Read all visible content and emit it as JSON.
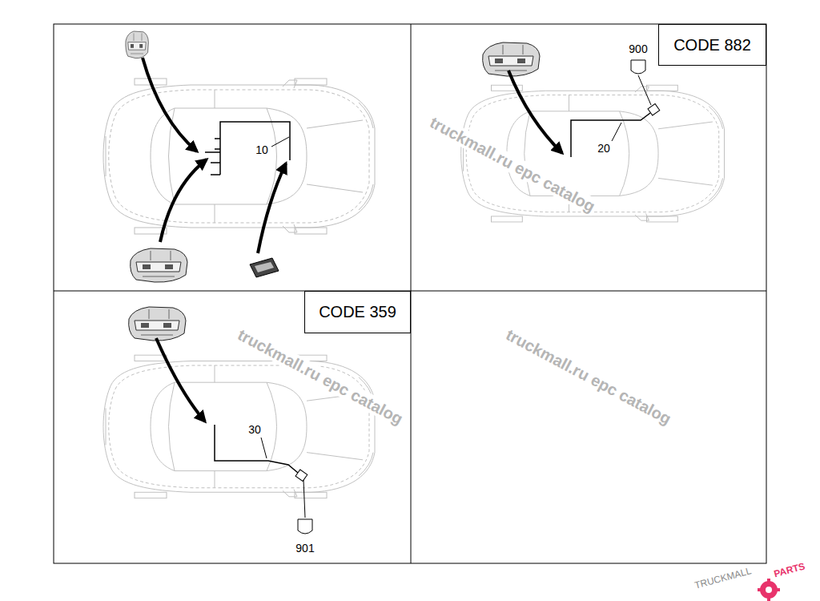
{
  "diagram": {
    "nodes": [
      {
        "text": [
          "CODE 882"
        ]
      },
      {
        "text": [
          "CODE 359"
        ]
      }
    ],
    "labels": [
      "10",
      "20",
      "900",
      "30",
      "901",
      "truckmall.ru epc catalog",
      "truckmall.ru epc catalog",
      "truckmall.ru epc catalog",
      "TRUCKMALL",
      "PARTS"
    ]
  }
}
